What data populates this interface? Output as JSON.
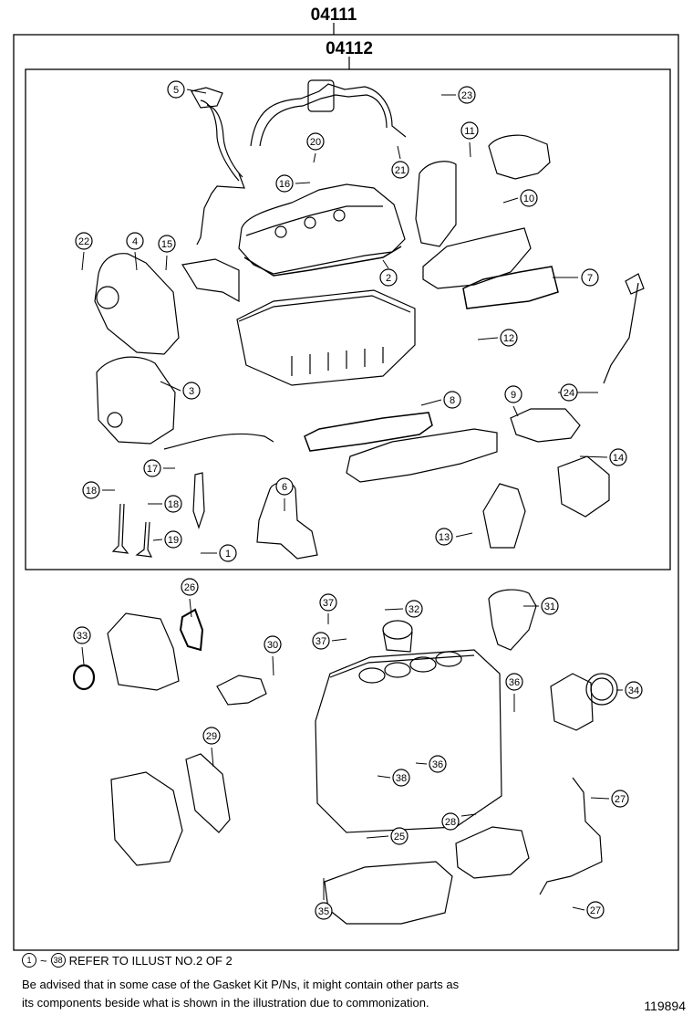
{
  "kit_number": "04111",
  "subkit_number": "04112",
  "callouts": [
    "1",
    "2",
    "3",
    "4",
    "5",
    "6",
    "7",
    "8",
    "9",
    "10",
    "11",
    "12",
    "13",
    "14",
    "15",
    "16",
    "17",
    "18",
    "18",
    "19",
    "20",
    "21",
    "22",
    "23",
    "24",
    "25",
    "26",
    "27",
    "27",
    "28",
    "29",
    "30",
    "31",
    "32",
    "33",
    "34",
    "35",
    "36",
    "36",
    "37",
    "37",
    "38"
  ],
  "refer_note": {
    "range_start": "1",
    "range_end": "38",
    "tilde": "~",
    "text": "REFER TO ILLUST NO.2 OF 2"
  },
  "advisory": {
    "line1": "Be advised that in some case of the Gasket Kit P/Ns,  it might contain other parts as",
    "line2": "its components beside what is shown in the illustration due to commonization."
  },
  "illustration_number": "119894"
}
